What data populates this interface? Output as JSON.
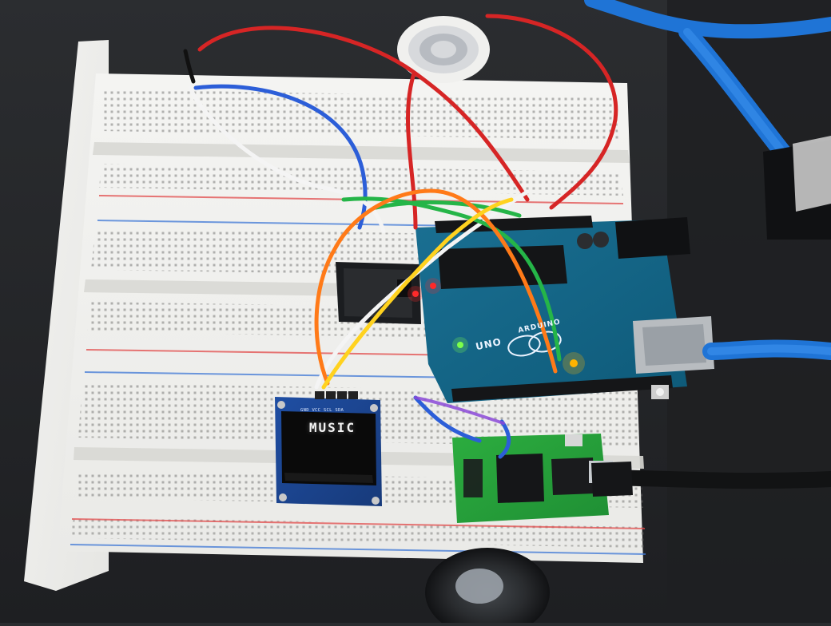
{
  "scene": {
    "oled_text": "MUSIC",
    "oled_pin_labels": "GND VCC SCL SDA",
    "arduino_board": {
      "label_uno": "UNO",
      "label_arduino": "ARDUINO"
    }
  }
}
